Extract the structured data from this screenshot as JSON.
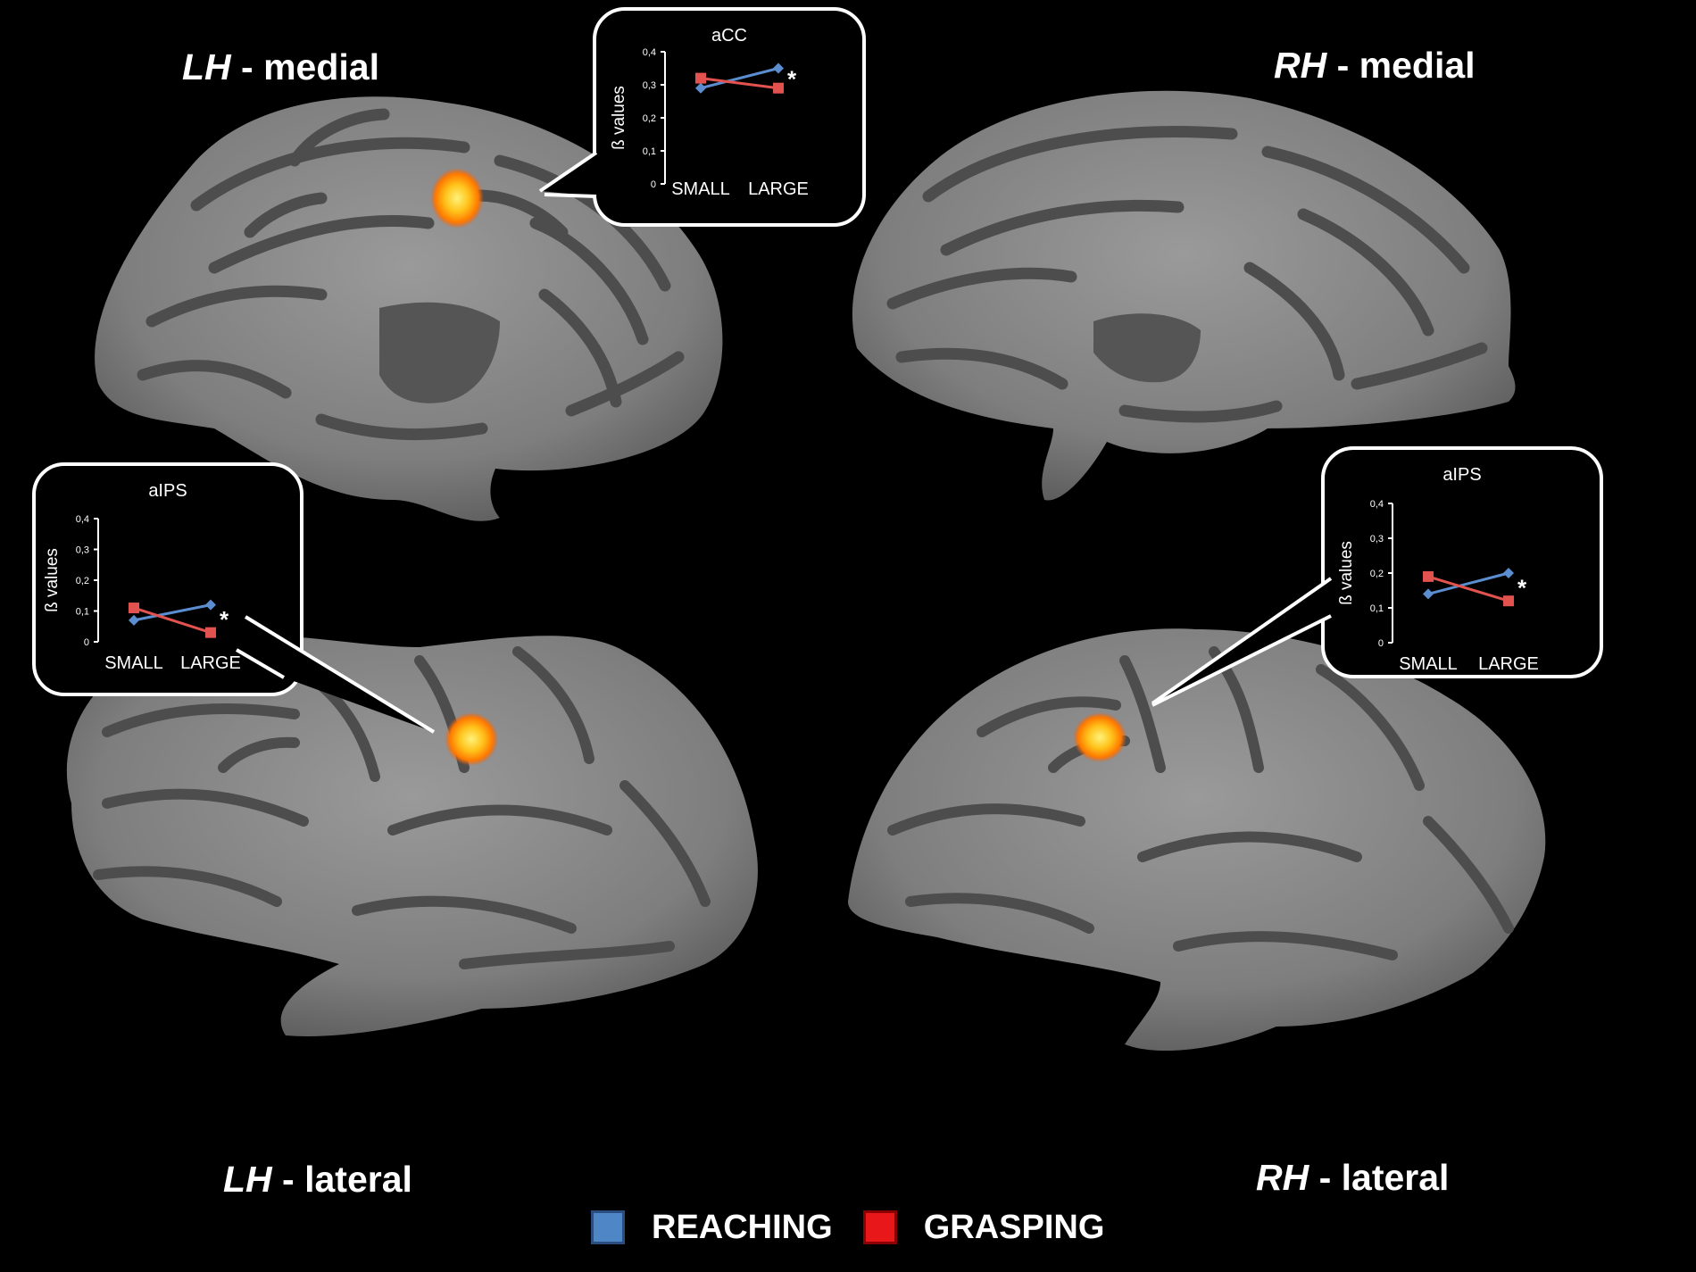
{
  "labels": {
    "lh_medial": {
      "hemi": "LH",
      "view": " - medial"
    },
    "rh_medial": {
      "hemi": "RH",
      "view": " - medial"
    },
    "lh_lateral": {
      "hemi": "LH",
      "view": " - lateral"
    },
    "rh_lateral": {
      "hemi": "RH",
      "view": " - lateral"
    }
  },
  "legend": [
    {
      "label": "REACHING",
      "color": "#4f86c6"
    },
    {
      "label": "GRASPING",
      "color": "#e8171a"
    }
  ],
  "colors": {
    "background": "#000000",
    "cortex_light": "#8e8e8e",
    "cortex_dark": "#4d4d4d",
    "activation": "#ff8c00",
    "activation_core": "#ffe24d",
    "reaching": "#5b8ed1",
    "grasping": "#e2534f"
  },
  "chart_data": [
    {
      "type": "line",
      "title": "aCC",
      "ylabel": "ß values",
      "categories": [
        "SMALL",
        "LARGE"
      ],
      "ylim": [
        0,
        0.4
      ],
      "yticks": [
        "0",
        "0,1",
        "0,2",
        "0,3",
        "0,4"
      ],
      "series": [
        {
          "name": "REACHING",
          "values": [
            0.29,
            0.35
          ]
        },
        {
          "name": "GRASPING",
          "values": [
            0.32,
            0.29
          ]
        }
      ],
      "annotation": "*"
    },
    {
      "type": "line",
      "title": "aIPS",
      "ylabel": "ß values",
      "categories": [
        "SMALL",
        "LARGE"
      ],
      "ylim": [
        0,
        0.4
      ],
      "yticks": [
        "0",
        "0,1",
        "0,2",
        "0,3",
        "0,4"
      ],
      "series": [
        {
          "name": "REACHING",
          "values": [
            0.07,
            0.12
          ]
        },
        {
          "name": "GRASPING",
          "values": [
            0.11,
            0.03
          ]
        }
      ],
      "annotation": "*"
    },
    {
      "type": "line",
      "title": "aIPS",
      "ylabel": "ß values",
      "categories": [
        "SMALL",
        "LARGE"
      ],
      "ylim": [
        0,
        0.4
      ],
      "yticks": [
        "0",
        "0,1",
        "0,2",
        "0,3",
        "0,4"
      ],
      "series": [
        {
          "name": "REACHING",
          "values": [
            0.14,
            0.2
          ]
        },
        {
          "name": "GRASPING",
          "values": [
            0.19,
            0.12
          ]
        }
      ],
      "annotation": "*"
    }
  ]
}
